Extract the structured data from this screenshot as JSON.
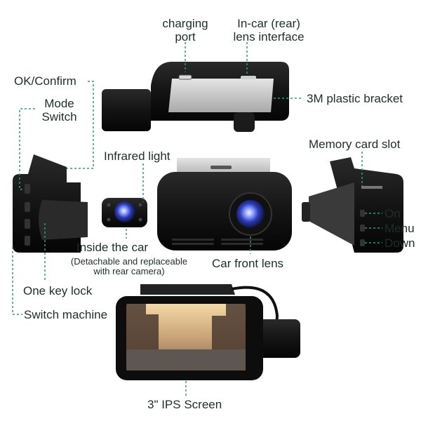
{
  "colors": {
    "accent": "#2e9b7c",
    "body": "#151515",
    "bracket": "#c9c9c9",
    "text": "#1d2f26"
  },
  "labels": {
    "charging_port": [
      "charging",
      "port"
    ],
    "rear_lens_interface": [
      "In-car (rear)",
      "lens interface"
    ],
    "bracket": "3M plastic bracket",
    "ok_confirm": "OK/Confirm",
    "mode_switch": [
      "Mode",
      "Switch"
    ],
    "infrared_light": "Infrared light",
    "memory_card_slot": "Memory card slot",
    "on": "On",
    "menu": "Menu",
    "down": "Down",
    "inside_the_car": "Inside the car",
    "inside_note": [
      "(Detachable and replaceable",
      "with rear camera)"
    ],
    "car_front_lens": "Car front lens",
    "one_key_lock": "One key lock",
    "switch_machine": "Switch machine",
    "screen": "3\" IPS Screen"
  },
  "icons": [
    "usb-port-icon",
    "lens-icon",
    "button-icon"
  ]
}
